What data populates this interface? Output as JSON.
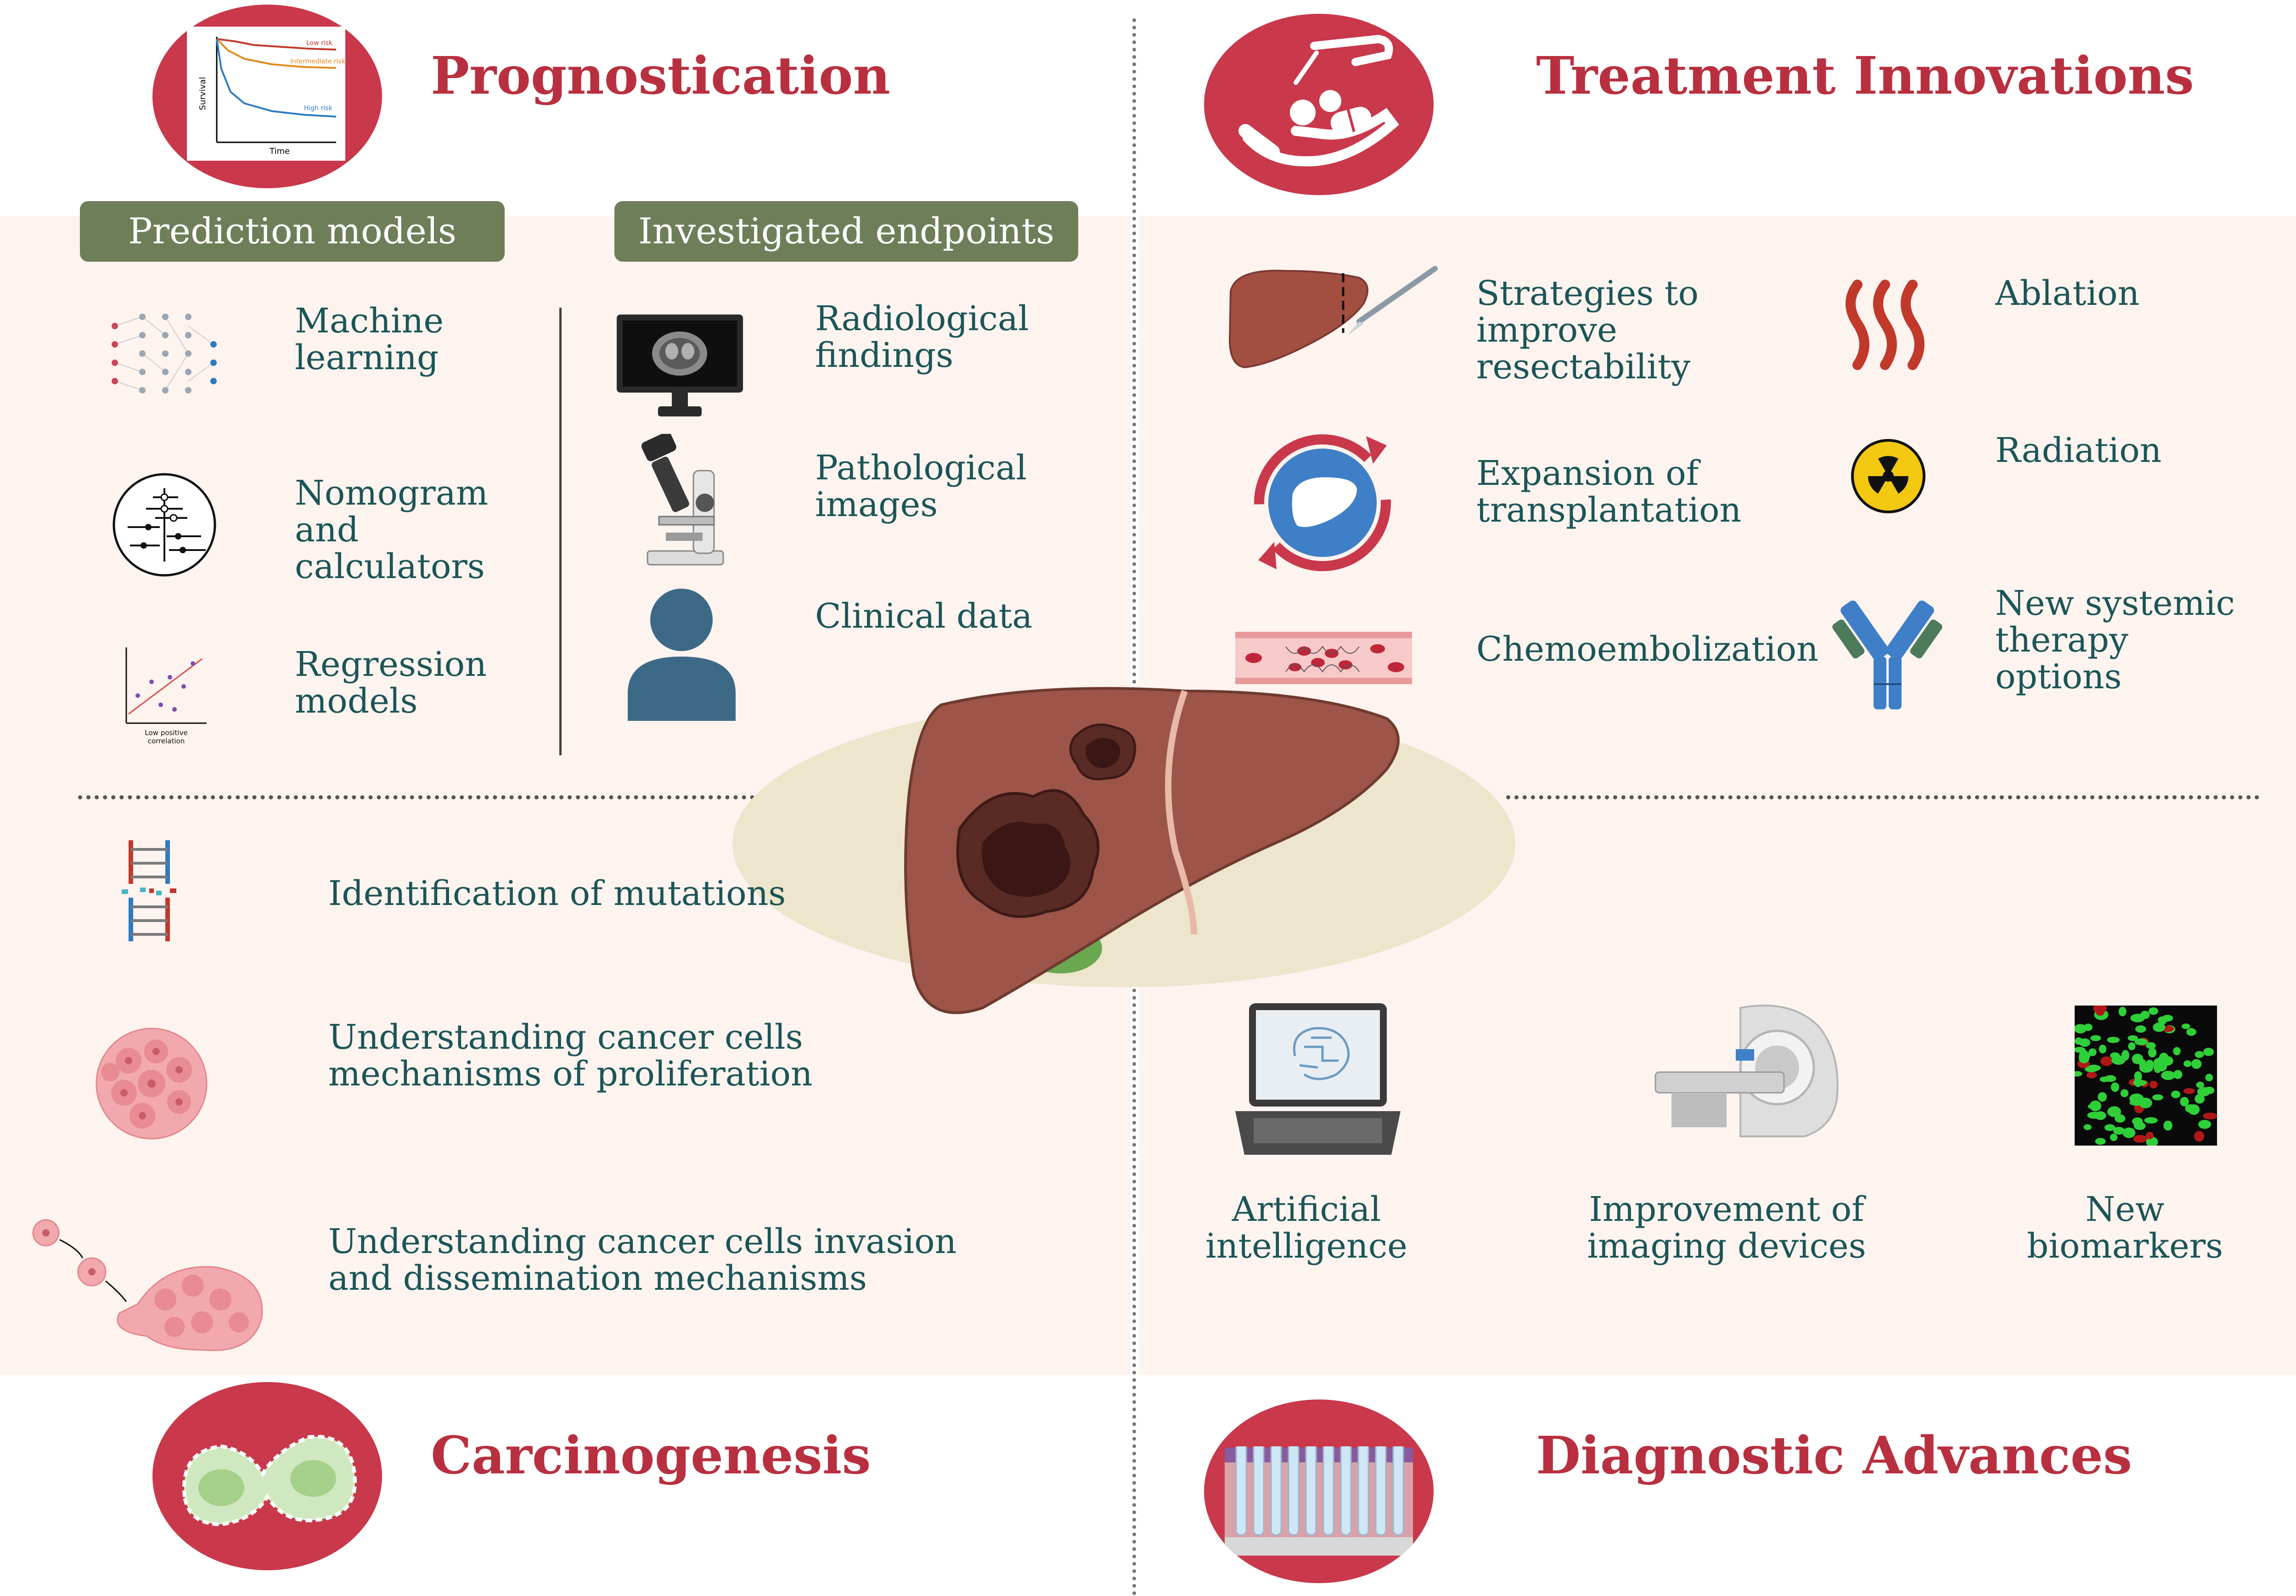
{
  "prognostication": {
    "title": "Prognostication",
    "prediction_models": {
      "header": "Prediction models",
      "items": [
        "Machine\nlearning",
        "Nomogram\nand\ncalculators",
        "Regression\nmodels"
      ]
    },
    "investigated_endpoints": {
      "header": "Investigated endpoints",
      "items": [
        "Radiological\nfindings",
        "Pathological\nimages",
        "Clinical data"
      ]
    },
    "icon_text": {
      "survival_axis": "Survival",
      "time_axis": "Time",
      "low_risk": "Low risk",
      "intermediate_risk": "Intermediate risk",
      "high_risk": "High risk",
      "low_positive": "Low positive\ncorrelation"
    }
  },
  "treatment": {
    "title": "Treatment Innovations",
    "items": [
      "Strategies to\nimprove\nresectability",
      "Expansion of\ntransplantation",
      "Chemoembolization",
      "Ablation",
      "Radiation",
      "New systemic\ntherapy\noptions"
    ]
  },
  "carcinogenesis": {
    "title": "Carcinogenesis",
    "items": [
      "Identification of mutations",
      "Understanding cancer cells\nmechanisms of proliferation",
      "Understanding cancer cells invasion\nand dissemination mechanisms"
    ]
  },
  "diagnostic": {
    "title": "Diagnostic Advances",
    "items": [
      "Artificial\nintelligence",
      "Improvement of\nimaging devices",
      "New\nbiomarkers"
    ]
  },
  "colors": {
    "title_red": "#b8303f",
    "label_teal": "#1b5557",
    "pill_green": "#6e7e58",
    "panel_peach": "#fdf3ef",
    "liver_brown": "#9c5548"
  }
}
